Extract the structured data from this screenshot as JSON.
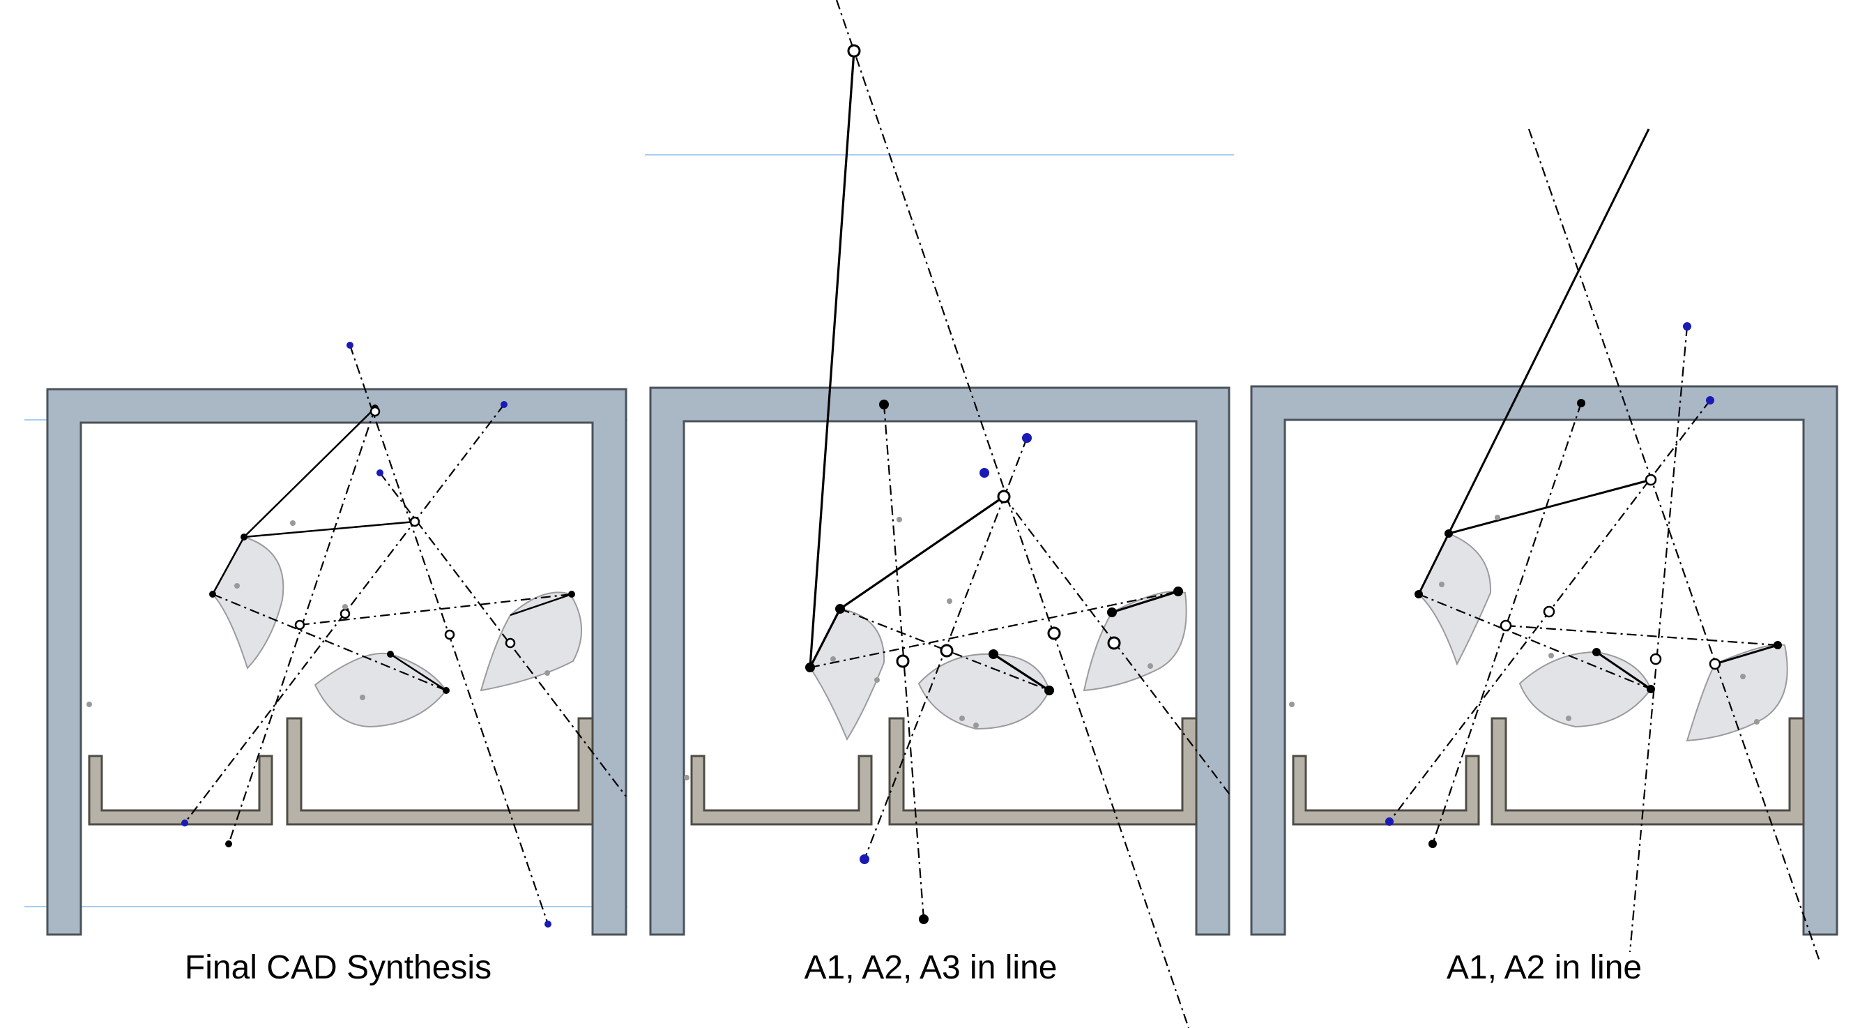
{
  "captions": {
    "panel1": "Final CAD Synthesis",
    "panel2": "A1, A2, A3 in line",
    "panel3": "A1, A2 in line"
  },
  "colors": {
    "frame_fill": "#aab8c6",
    "frame_stroke": "#4a525a",
    "tray_fill": "#b7b2a7",
    "tray_stroke": "#4f4c46",
    "coupler_fill": "#e2e3e6",
    "coupler_stroke": "#9b9b9f",
    "pivot_blue": "#1a1ab4",
    "guide_line": "#a9cdf0",
    "link": "#000000"
  }
}
